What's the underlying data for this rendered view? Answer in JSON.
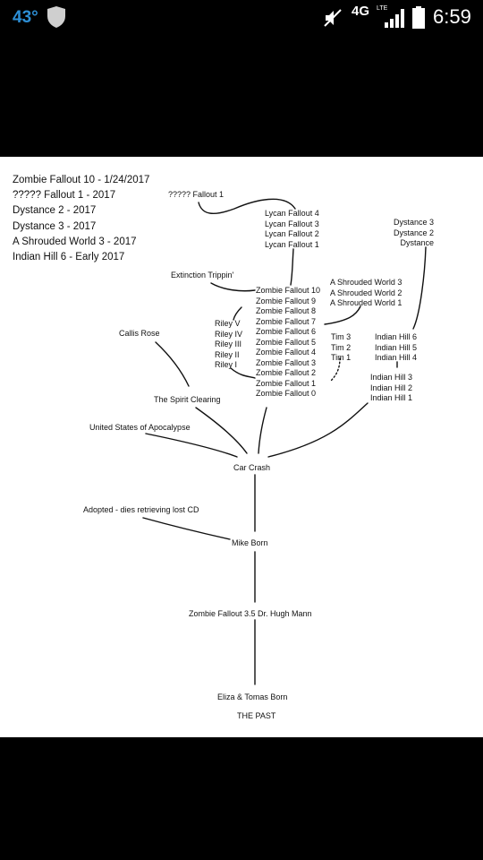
{
  "status_bar": {
    "temperature": "43°",
    "network": "4G",
    "network_sub": "LTE",
    "time": "6:59"
  },
  "legend": [
    "Zombie Fallout 10 - 1/24/2017",
    "????? Fallout 1 - 2017",
    "Dystance 2 - 2017",
    "Dystance 3 - 2017",
    "A Shrouded World 3 - 2017",
    "Indian Hill 6 - Early 2017"
  ],
  "nodes": {
    "unknown_fallout": "????? Fallout 1",
    "lycan": [
      "Lycan Fallout 4",
      "Lycan Fallout 3",
      "Lycan Fallout 2",
      "Lycan Fallout 1"
    ],
    "dystance": [
      "Dystance 3",
      "Dystance 2",
      "Dystance"
    ],
    "extinction": "Extinction Trippin'",
    "shrouded": [
      "A Shrouded World 3",
      "A Shrouded World 2",
      "A Shrouded World 1"
    ],
    "zombie_fallout": [
      "Zombie Fallout 10",
      "Zombie Fallout 9",
      "Zombie Fallout 8",
      "Zombie Fallout 7",
      "Zombie Fallout 6",
      "Zombie Fallout 5",
      "Zombie Fallout 4",
      "Zombie Fallout 3",
      "Zombie Fallout 2",
      "Zombie Fallout 1",
      "Zombie Fallout 0"
    ],
    "riley": [
      "Riley V",
      "Riley IV",
      "Riley III",
      "Riley II",
      "Riley I"
    ],
    "tim": [
      "Tim 3",
      "Tim 2",
      "Tim 1"
    ],
    "indian_upper": [
      "Indian Hill 6",
      "Indian Hill 5",
      "Indian Hill 4"
    ],
    "indian_lower": [
      "Indian Hill 3",
      "Indian Hill 2",
      "Indian Hill 1"
    ],
    "callis": "Callis Rose",
    "spirit": "The Spirit Clearing",
    "usa": "United States of Apocalypse",
    "car_crash": "Car Crash",
    "adopted": "Adopted - dies retrieving lost CD",
    "mike": "Mike Born",
    "zf35": "Zombie Fallout 3.5 Dr. Hugh Mann",
    "eliza": "Eliza & Tomas Born",
    "past": "THE PAST"
  }
}
